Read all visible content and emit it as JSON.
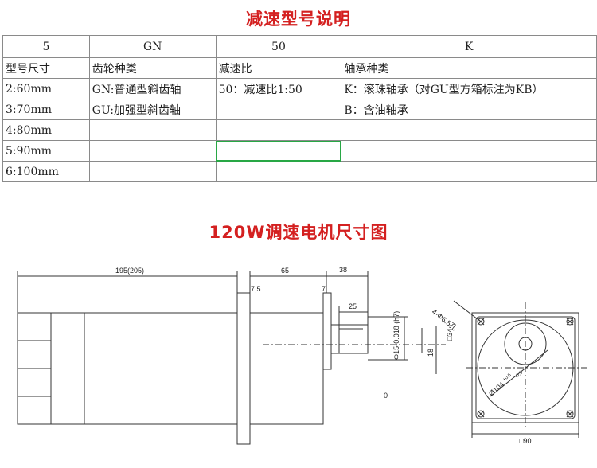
{
  "titles": {
    "model_explanation": "减速型号说明",
    "dimension_drawing": "120W调速电机尺寸图"
  },
  "spec_table": {
    "header": [
      "5",
      "GN",
      "50",
      "K"
    ],
    "rows": [
      [
        "型号尺寸",
        "齿轮种类",
        "减速比",
        "轴承种类"
      ],
      [
        "2:60mm",
        "GN:普通型斜齿轴",
        "50：减速比1:50",
        "K：滚珠轴承（对GU型方箱标注为KB）"
      ],
      [
        "3:70mm",
        "GU:加强型斜齿轴",
        "",
        "B：含油轴承"
      ],
      [
        "4:80mm",
        "",
        "",
        ""
      ],
      [
        "5:90mm",
        "",
        "",
        ""
      ],
      [
        "6:100mm",
        "",
        "",
        ""
      ]
    ]
  },
  "drawing_labels": {
    "body_length": "195(205)",
    "gearbox_length": "65",
    "shaft_length": "38",
    "flange_thickness": "7,5",
    "flange_gap": "7",
    "key_length": "25",
    "shaft_diameter": "Φ15-0.018 (h7)",
    "pilot_size": "□34",
    "shaft_height": "18",
    "zero_mark": "0",
    "hole_spec": "4-Φ6.5孔",
    "pcd": "Ø104",
    "pcd_tol_top": "+0.5",
    "pcd_tol_bottom": "-0.5",
    "flange_size": "□90"
  }
}
